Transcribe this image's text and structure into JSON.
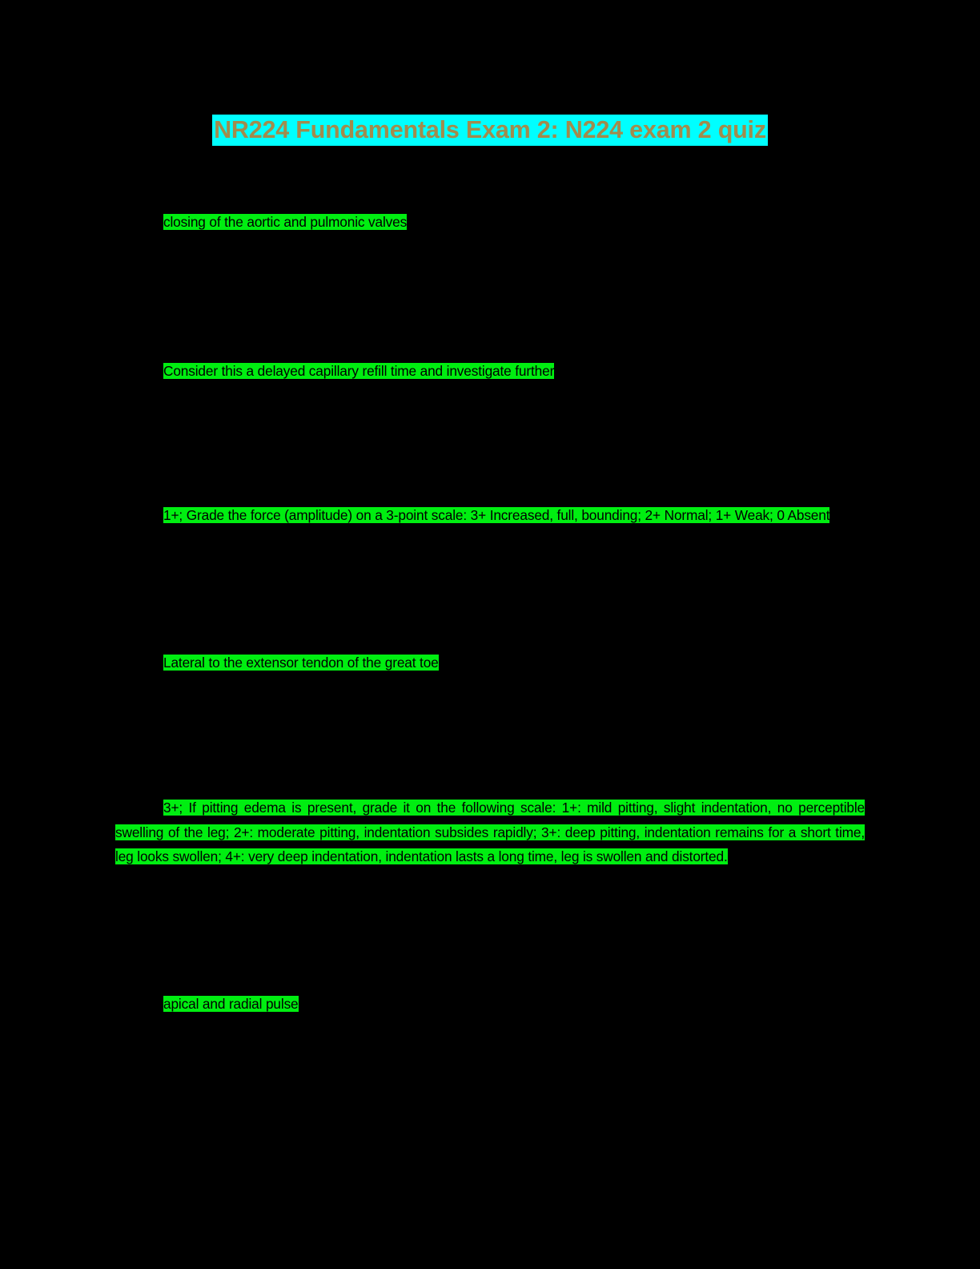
{
  "document": {
    "background_color": "#000000",
    "title": {
      "text": "NR224 Fundamentals Exam 2: N224 exam 2 quiz",
      "text_color": "#A28B4C",
      "highlight_color": "#00FFFF"
    },
    "highlight_color": "#00EE11",
    "body_text_color": "#000000",
    "paragraphs": [
      {
        "id": "answer-1",
        "text": "closing of the aortic and pulmonic valves"
      },
      {
        "id": "answer-2",
        "text": "Consider this a delayed capillary refill time and investigate further"
      },
      {
        "id": "answer-3",
        "text": "1+; Grade the force (amplitude) on a 3-point scale: 3+ Increased, full, bounding; 2+ Normal; 1+ Weak; 0 Absent"
      },
      {
        "id": "answer-4",
        "text": "Lateral to the extensor tendon of the great toe"
      },
      {
        "id": "answer-5",
        "text": "3+; If pitting edema is present, grade it on the following scale: 1+: mild pitting, slight indentation, no perceptible swelling of the leg; 2+: moderate pitting, indentation subsides rapidly; 3+: deep pitting, indentation remains for a short time, leg looks swollen; 4+: very deep indentation, indentation lasts a long time, leg is swollen and distorted."
      },
      {
        "id": "answer-6",
        "text": "apical and radial pulse"
      }
    ]
  }
}
